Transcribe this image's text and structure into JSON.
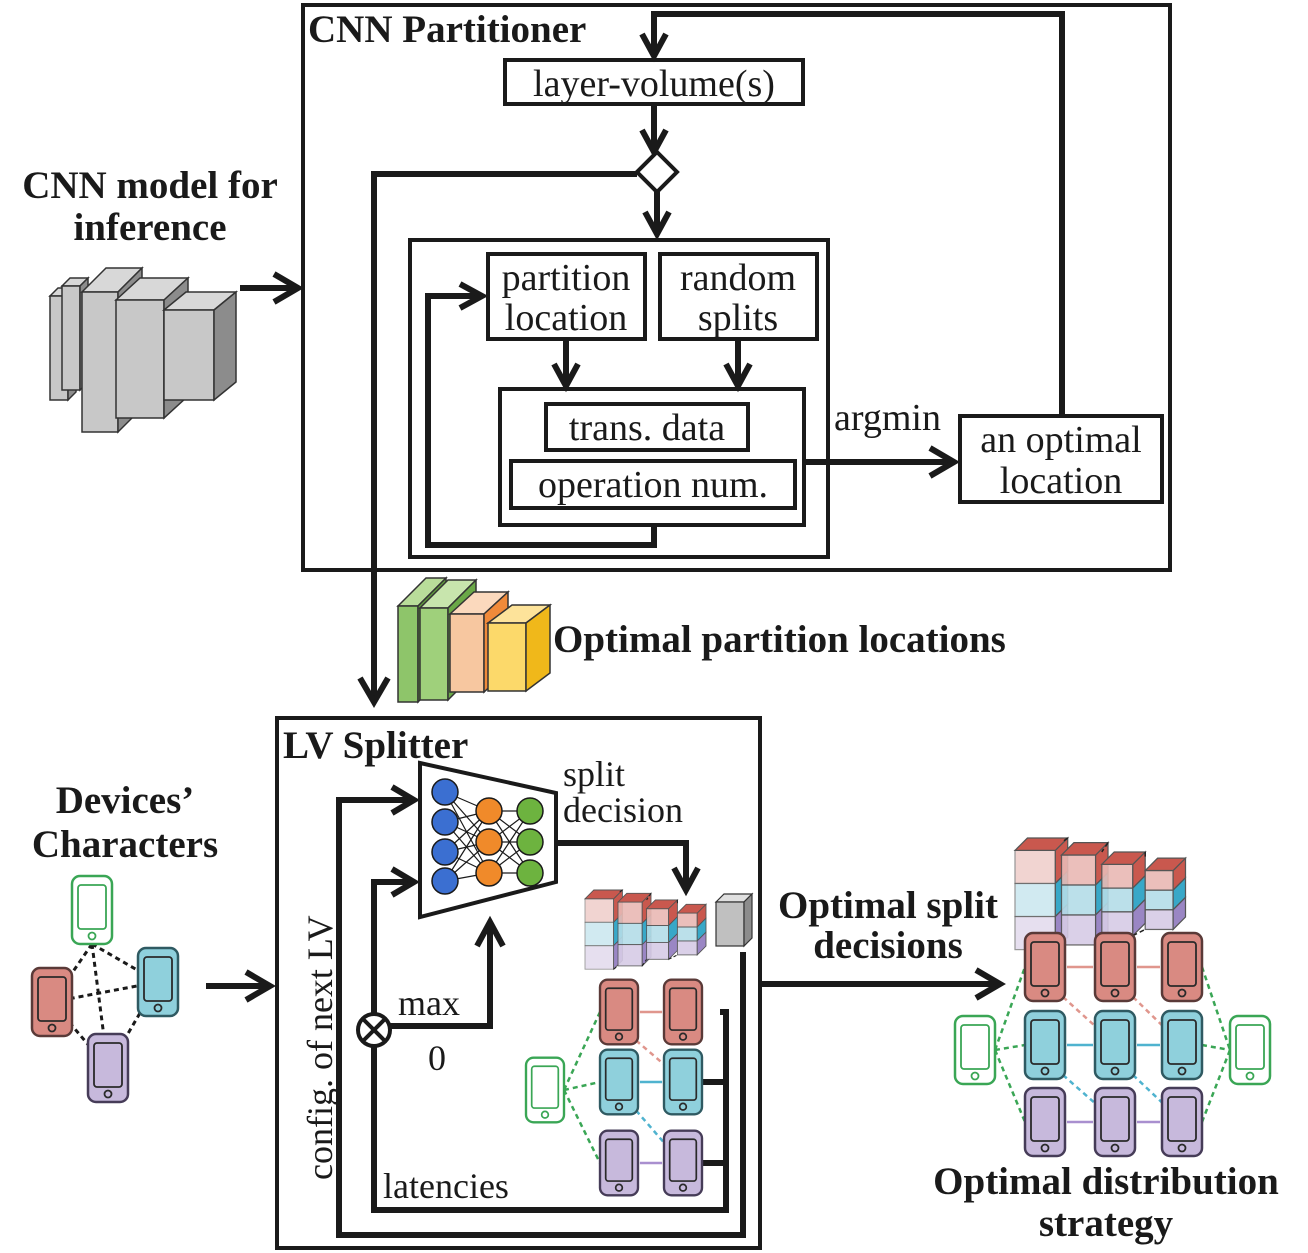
{
  "partitioner": {
    "title": "CNN Partitioner",
    "layer_volume": "layer-volume(s)",
    "partition_location": [
      "partition",
      "location"
    ],
    "random_splits": [
      "random",
      "splits"
    ],
    "trans_data": "trans. data",
    "operation_num": "operation num.",
    "argmin": "argmin",
    "optimal_location": [
      "an optimal",
      "location"
    ]
  },
  "input_model": {
    "label": [
      "CNN model for",
      "inference"
    ]
  },
  "partition_output": {
    "label": "Optimal partition locations"
  },
  "splitter": {
    "title": "LV Splitter",
    "config_label": "config. of next LV",
    "split_decision": [
      "split",
      "decision"
    ],
    "max_label": "max",
    "zero_label": "0",
    "latencies_label": "latencies"
  },
  "devices": {
    "label": [
      "Devices’",
      "Characters"
    ]
  },
  "output": {
    "split_label": [
      "Optimal split",
      "decisions"
    ],
    "strategy_label": [
      "Optimal distribution",
      "strategy"
    ]
  },
  "colors": {
    "line": "#1a1a1a",
    "device_green": "#3aa655",
    "device_red": "#d98a82",
    "device_blue": "#8fd0dc",
    "device_purple": "#c7b9dc",
    "node_blue": "#3b6fd1",
    "node_orange": "#f08a2a",
    "node_green": "#6db33f",
    "block_gray": "#c0c0c0"
  },
  "icons": [
    "smartphone-icon",
    "neural-network-icon",
    "cnn-layers-icon",
    "sum-node-icon",
    "decision-diamond-icon"
  ]
}
